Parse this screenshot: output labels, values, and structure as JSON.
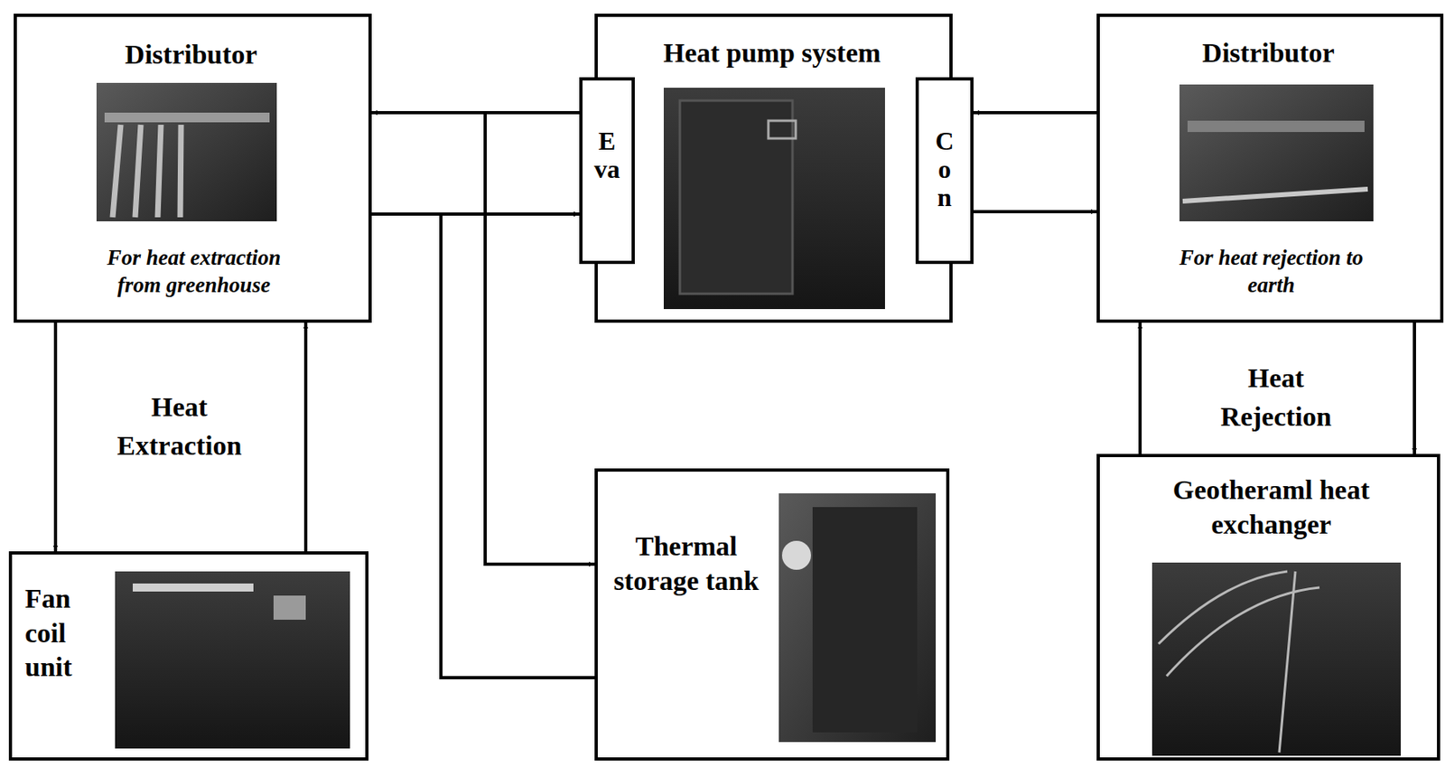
{
  "diagram": {
    "nodes": [
      {
        "text": [
          "Distributor",
          "For heat extraction from greenhouse"
        ]
      },
      {
        "text": [
          "Heat pump system"
        ]
      },
      {
        "text": [
          "Eva"
        ],
        "in": 1
      },
      {
        "text": [
          "Con"
        ],
        "in": 1
      },
      {
        "text": [
          "Distributor",
          "For heat rejection to earth"
        ]
      },
      {
        "text": [
          "Fan coil unit"
        ]
      },
      {
        "text": [
          "Thermal storage tank"
        ]
      },
      {
        "text": [
          "Geotheraml heat exchanger"
        ]
      }
    ],
    "edges": [
      {
        "from": 2,
        "to": 0,
        "arrow": "to"
      },
      {
        "from": 2,
        "to": 6,
        "arrow": "to"
      },
      {
        "from": 0,
        "to": 2,
        "arrow": "to"
      },
      {
        "from": 6,
        "to": 2,
        "arrow": "to"
      },
      {
        "from": 4,
        "to": 3,
        "arrow": "to"
      },
      {
        "from": 3,
        "to": 4,
        "arrow": "to"
      },
      {
        "from": 0,
        "to": 5,
        "arrow": "to"
      },
      {
        "from": 5,
        "to": 0,
        "arrow": "to"
      },
      {
        "from": 4,
        "to": 7,
        "arrow": "to"
      },
      {
        "from": 7,
        "to": 4,
        "arrow": "to"
      }
    ],
    "labels": [
      "Heat Extraction",
      "Heat Rejection"
    ]
  }
}
